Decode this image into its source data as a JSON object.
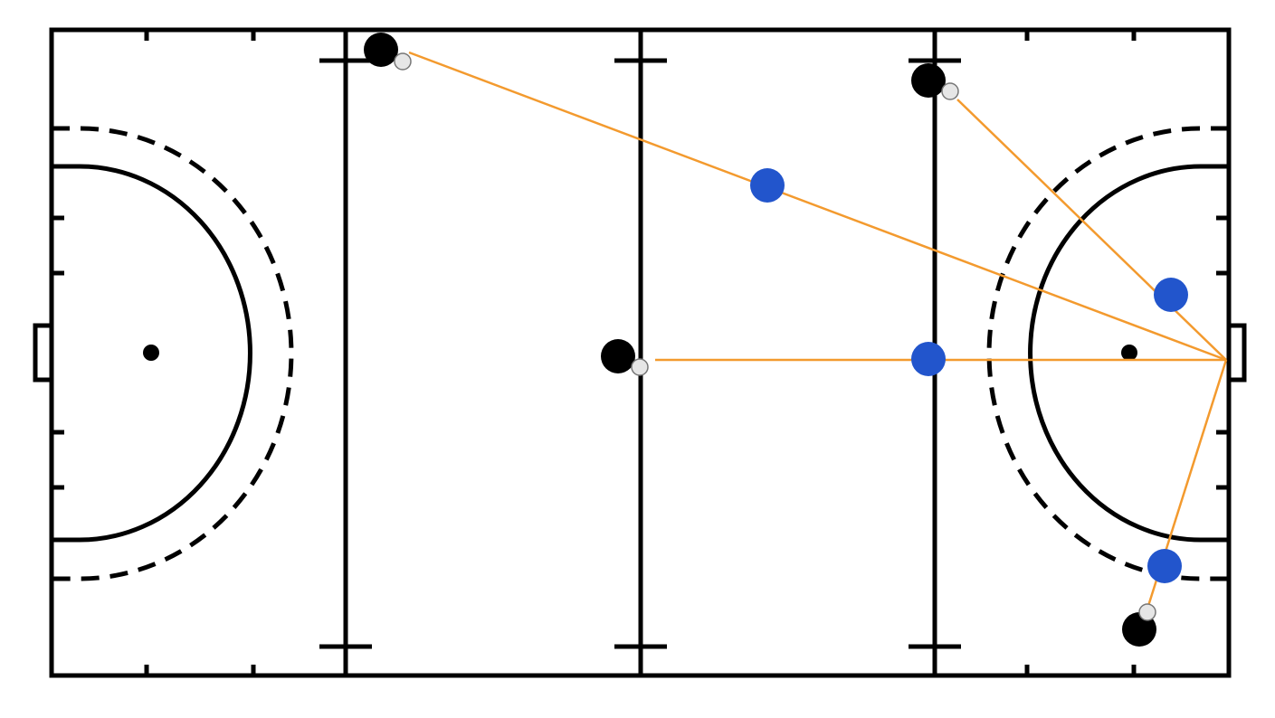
{
  "colors": {
    "background": "#ffffff",
    "field_lines": "#000000",
    "attacker": "#000000",
    "defender": "#2255cc",
    "ball_fill": "#e6e6e6",
    "ball_stroke": "#777777",
    "pass_line": "#f39a2e"
  },
  "icons": {
    "attacker": "black-disc-icon",
    "defender": "blue-disc-icon",
    "ball": "ball-icon",
    "goal": "goal-icon"
  },
  "players": {
    "attackers_count": 4,
    "defenders_count": 4,
    "balls_count": 4,
    "pass_lines_count": 4
  }
}
